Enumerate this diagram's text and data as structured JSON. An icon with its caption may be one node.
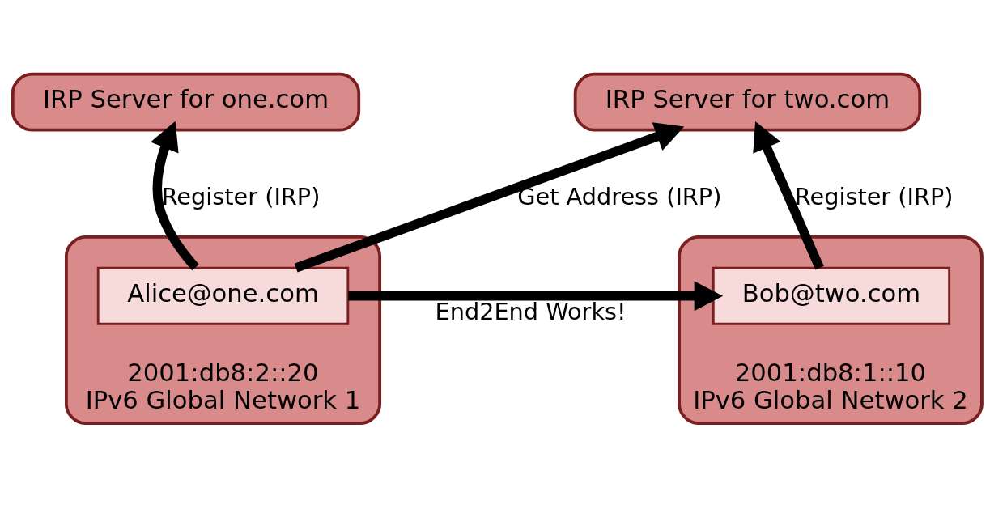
{
  "diagram": {
    "nodes": [
      {
        "text": [
          "IRP Server for one.com"
        ]
      },
      {
        "text": [
          "IRP Server for two.com"
        ]
      },
      {
        "text": [
          "2001:db8:2::20"
        ],
        "beside": [
          "IPv6 Global Network 1"
        ]
      },
      {
        "text": [
          "Alice@one.com"
        ],
        "in": 2
      },
      {
        "text": [
          "2001:db8:1::10"
        ],
        "beside": [
          "IPv6 Global Network 2"
        ]
      },
      {
        "text": [
          "Bob@two.com"
        ],
        "in": 4
      }
    ],
    "edges": [
      {
        "from": 3,
        "to": 0,
        "arrow": "to",
        "label": "Register (IRP)"
      },
      {
        "from": 3,
        "to": 1,
        "arrow": "to",
        "label": "Get Address (IRP)"
      },
      {
        "from": 3,
        "to": 5,
        "arrow": "to",
        "label": "End2End Works!"
      },
      {
        "from": 5,
        "to": 1,
        "arrow": "to",
        "label": "Register (IRP)"
      }
    ]
  }
}
